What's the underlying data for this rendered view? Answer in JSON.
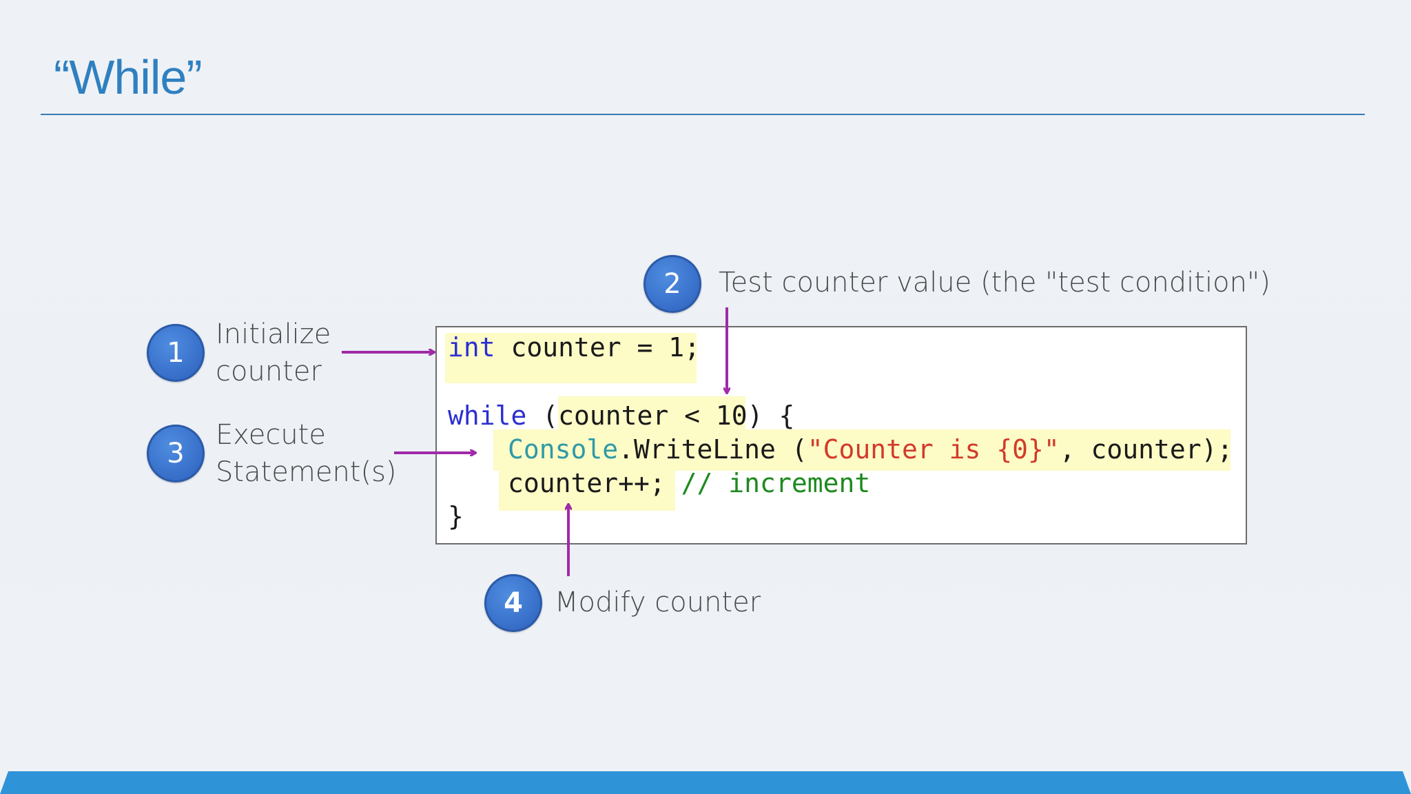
{
  "slide": {
    "title": "“While”"
  },
  "steps": [
    {
      "number": "1",
      "label_line1": "Initialize",
      "label_line2": "counter"
    },
    {
      "number": "2",
      "label": "Test counter value (the \"test condition\")"
    },
    {
      "number": "3",
      "label_line1": "Execute",
      "label_line2": "Statement(s)"
    },
    {
      "number": "4",
      "label": "Modify counter"
    }
  ],
  "code": {
    "line1": {
      "kw": "int",
      "rest": " counter = 1;"
    },
    "line2": {
      "kw": "while",
      "rest": " (counter < 10) {"
    },
    "line3": {
      "cls": "Console",
      "mid": ".WriteLine (",
      "str": "\"Counter is {0}\"",
      "end": ", counter);"
    },
    "line4": {
      "text": "counter++; ",
      "comment": "// increment"
    },
    "line5": {
      "text": "}"
    }
  },
  "colors": {
    "title": "#2f80c0",
    "badge": "#3a72cc",
    "arrow": "#a02aa8",
    "highlight": "#fdfbc6",
    "keyword": "#2c2fd0",
    "class": "#2e9aa8",
    "string": "#d23a2a",
    "comment": "#1e8a1e",
    "bottom_bar": "#2f93d8"
  }
}
